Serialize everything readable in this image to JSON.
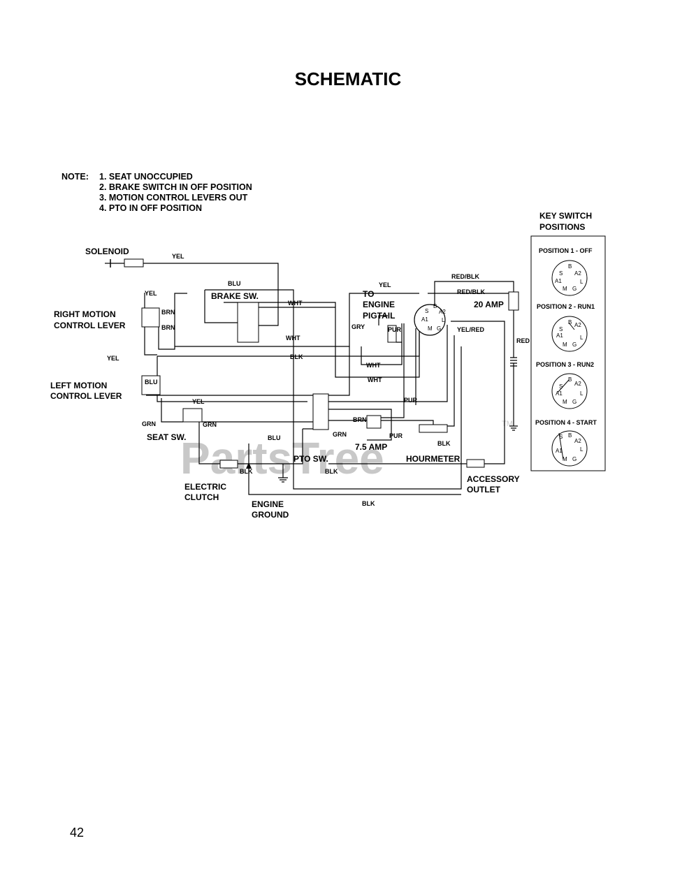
{
  "title": "SCHEMATIC",
  "note": {
    "label": "NOTE:",
    "items": [
      "1. SEAT UNOCCUPIED",
      "2. BRAKE SWITCH IN OFF POSITION",
      "3. MOTION CONTROL LEVERS OUT",
      "4. PTO IN OFF POSITION"
    ]
  },
  "components": {
    "solenoid": "SOLENOID",
    "brake_sw": "BRAKE SW.",
    "right_motion_1": "RIGHT MOTION",
    "right_motion_2": "CONTROL LEVER",
    "left_motion_1": "LEFT MOTION",
    "left_motion_2": "CONTROL LEVER",
    "seat_sw": "SEAT SW.",
    "electric_clutch_1": "ELECTRIC",
    "electric_clutch_2": "CLUTCH",
    "engine_ground_1": "ENGINE",
    "engine_ground_2": "GROUND",
    "pto_sw": "PTO SW.",
    "hourmeter": "HOURMETER",
    "accessory_1": "ACCESSORY",
    "accessory_2": "OUTLET",
    "pigtail_1": "TO",
    "pigtail_2": "ENGINE",
    "pigtail_3": "PIGTAIL",
    "fuse_20": "20 AMP",
    "fuse_75": "7.5 AMP"
  },
  "wires": {
    "yel_solenoid": "YEL",
    "blu_top": "BLU",
    "yel_left": "YEL",
    "brn_1": "BRN",
    "brn_2": "BRN",
    "wht_1": "WHT",
    "wht_2": "WHT",
    "blk_1": "BLK",
    "yel_mid": "YEL",
    "blu_left": "BLU",
    "yel_seat": "YEL",
    "grn_1": "GRN",
    "grn_2": "GRN",
    "grn_3": "GRN",
    "blu_bottom": "BLU",
    "brn_3": "BRN",
    "pur_1": "PUR",
    "pur_2": "PUR",
    "pur_3": "PUR",
    "blk_2": "BLK",
    "blk_3": "BLK",
    "blk_4": "BLK",
    "blk_5": "BLK",
    "gry": "GRY",
    "wht_3": "WHT",
    "wht_4": "WHT",
    "yel_top": "YEL",
    "red_blk_1": "RED/BLK",
    "red_blk_2": "RED/BLK",
    "yel_red": "YEL/RED",
    "red": "RED"
  },
  "ignition_terminals": [
    "S",
    "B",
    "A2",
    "A1",
    "M",
    "G",
    "L"
  ],
  "key_switch": {
    "title_1": "KEY SWITCH",
    "title_2": "POSITIONS",
    "positions": [
      "POSITION 1 - OFF",
      "POSITION 2 - RUN1",
      "POSITION 3 - RUN2",
      "POSITION 4 - START"
    ]
  },
  "watermark": "PartsTree",
  "watermark_tm": "TM",
  "page_number": "42"
}
